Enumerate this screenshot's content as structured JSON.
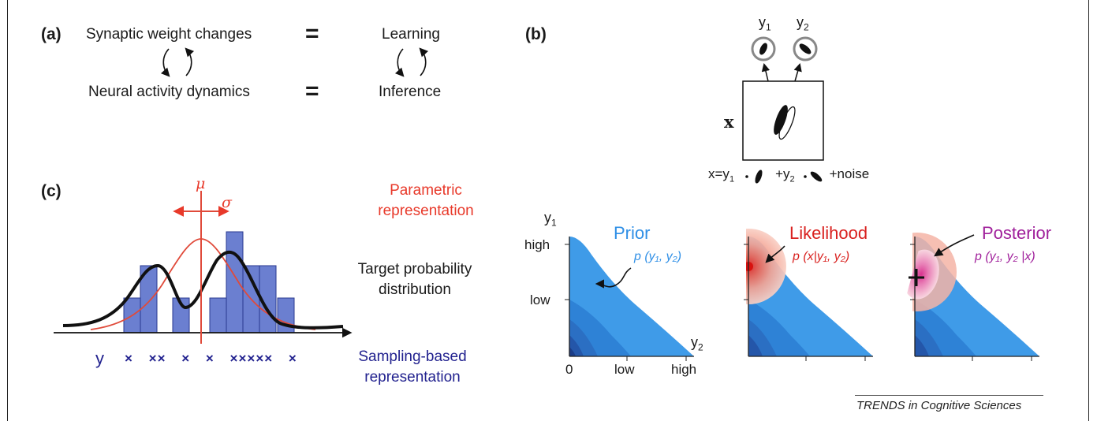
{
  "panel_a": {
    "label": "(a)",
    "synaptic": "Synaptic weight changes",
    "neural": "Neural activity dynamics",
    "learning": "Learning",
    "inference": "Inference",
    "equals": "="
  },
  "panel_b": {
    "label": "(b)",
    "y1": "y",
    "y1_sub": "1",
    "y2": "y",
    "y2_sub": "2",
    "x_symbol": "x",
    "eq_prefix": "x=y",
    "eq_sub1": "1",
    "eq_mid": "+y",
    "eq_sub2": "2",
    "eq_suffix": "+noise",
    "axis_y": "y",
    "axis_y_sub": "1",
    "axis_x": "y",
    "axis_x_sub": "2",
    "tick_high_y": "high",
    "tick_low_y": "low",
    "tick_0": "0",
    "tick_low_x": "low",
    "tick_high_x": "high",
    "prior_title": "Prior",
    "prior_formula": "p (y₁, y₂)",
    "likelihood_title": "Likelihood",
    "likelihood_formula": "p (x|y₁, y₂)",
    "posterior_title": "Posterior",
    "posterior_formula": "p (y₁, y₂ |x)",
    "colors": {
      "prior": "#2f8fe6",
      "likelihood": "#d9211f",
      "posterior": "#a0209b"
    }
  },
  "panel_c": {
    "label": "(c)",
    "mu": "μ",
    "sigma": "σ",
    "parametric": [
      "Parametric",
      "representation"
    ],
    "target": [
      "Target probability",
      "distribution"
    ],
    "sampling": [
      "Sampling-based",
      "representation"
    ],
    "y_label": "y",
    "samples": "× ×× × × ××××× ×"
  },
  "footer": {
    "journal": "TRENDS in Cognitive Sciences"
  }
}
